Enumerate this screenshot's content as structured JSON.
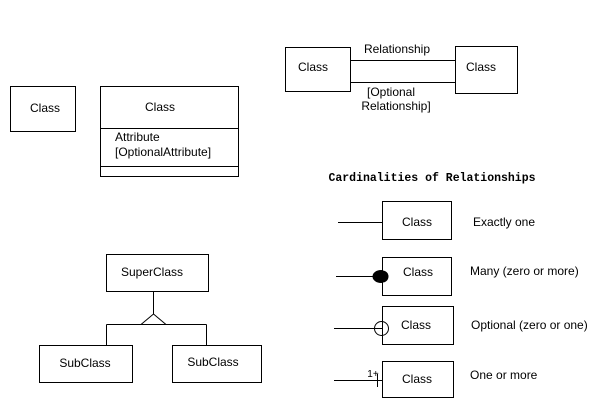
{
  "standalone_class": {
    "name": "Class"
  },
  "detailed_class": {
    "name": "Class",
    "attributes": [
      "Attribute",
      "[OptionalAttribute]"
    ]
  },
  "relationship": {
    "left_class": "Class",
    "right_class": "Class",
    "label": "Relationship",
    "optional_label_line1": "[Optional",
    "optional_label_line2": "Relationship]"
  },
  "cardinalities": {
    "title": "Cardinalities of Relationships",
    "rows": [
      {
        "class": "Class",
        "description": "Exactly one",
        "marker": "none"
      },
      {
        "class": "Class",
        "description": "Many (zero or more)",
        "marker": "filled-circle"
      },
      {
        "class": "Class",
        "description": "Optional (zero or one)",
        "marker": "hollow-circle"
      },
      {
        "class": "Class",
        "description": "One or more",
        "marker": "1+",
        "marker_label": "1+"
      }
    ]
  },
  "inheritance": {
    "superclass": "SuperClass",
    "subclasses": [
      "SubClass",
      "SubClass"
    ]
  }
}
